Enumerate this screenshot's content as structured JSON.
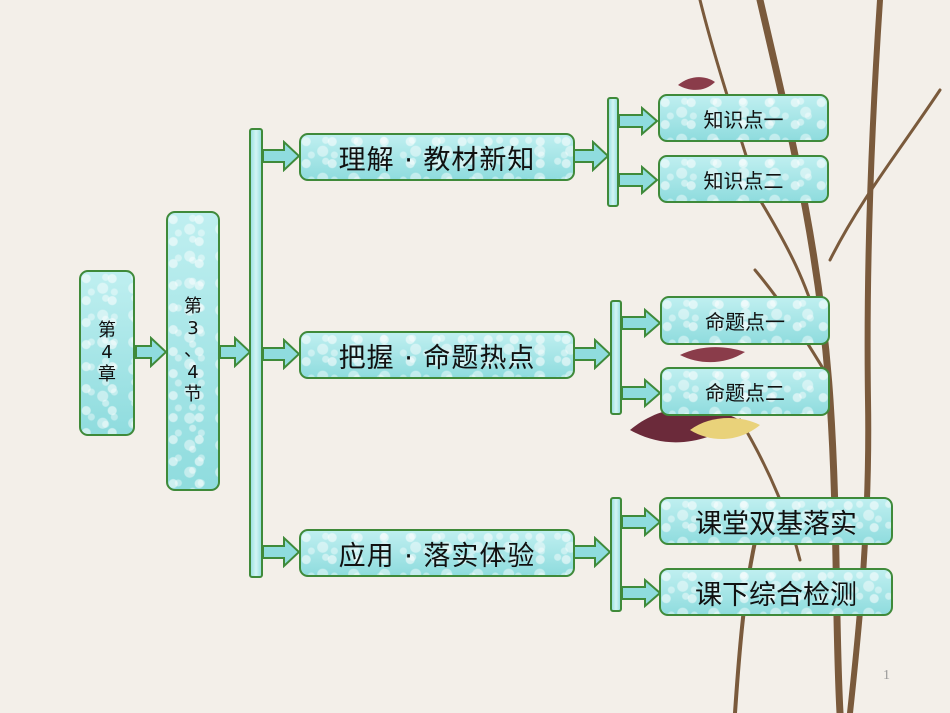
{
  "colors": {
    "border": "#3f8a3a",
    "box_fill": "#a9e6e7",
    "arrow_fill": "#8fdcde"
  },
  "chapter": {
    "chars": [
      "第",
      "4",
      "章"
    ]
  },
  "section": {
    "chars": [
      "第",
      "3",
      "、",
      "4",
      "节"
    ]
  },
  "branches": [
    {
      "label": "理解 · 教材新知",
      "children": [
        "知识点一",
        "知识点二"
      ]
    },
    {
      "label": "把握 · 命题热点",
      "children": [
        "命题点一",
        "命题点二"
      ]
    },
    {
      "label": "应用 · 落实体验",
      "children": [
        "课堂双基落实",
        "课下综合检测"
      ]
    }
  ],
  "page_number": "1"
}
